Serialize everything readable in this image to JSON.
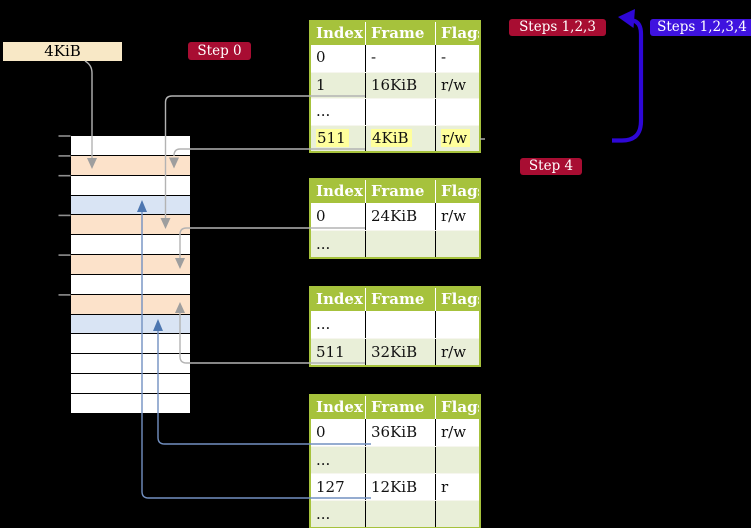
{
  "diagram": {
    "frame_size_label": "4KiB",
    "step_labels": {
      "step0": "Step 0",
      "steps123": "Steps 1,2,3",
      "steps1234": "Steps 1,2,3,4",
      "step4": "Step 4"
    },
    "memory": {
      "description_colors": [
        "white",
        "peach",
        "white",
        "blue",
        "peach",
        "white",
        "peach",
        "white",
        "peach",
        "blue",
        "white",
        "white",
        "white",
        "white"
      ]
    },
    "tables": [
      {
        "id": "level4",
        "columns": [
          "Index",
          "Frame",
          "Flags"
        ],
        "rows": [
          {
            "cells": [
              "0",
              "-",
              "-"
            ],
            "shade": "white",
            "highlight": false
          },
          {
            "cells": [
              "1",
              "16KiB",
              "r/w"
            ],
            "shade": "green",
            "highlight": false
          },
          {
            "cells": [
              "...",
              "",
              ""
            ],
            "shade": "white",
            "highlight": false
          },
          {
            "cells": [
              "511",
              "4KiB",
              "r/w"
            ],
            "shade": "green",
            "highlight": true
          }
        ]
      },
      {
        "id": "level3",
        "columns": [
          "Index",
          "Frame",
          "Flags"
        ],
        "rows": [
          {
            "cells": [
              "0",
              "24KiB",
              "r/w"
            ],
            "shade": "white",
            "highlight": false
          },
          {
            "cells": [
              "...",
              "",
              ""
            ],
            "shade": "green",
            "highlight": false
          }
        ]
      },
      {
        "id": "level2",
        "columns": [
          "Index",
          "Frame",
          "Flags"
        ],
        "rows": [
          {
            "cells": [
              "...",
              "",
              ""
            ],
            "shade": "white",
            "highlight": false
          },
          {
            "cells": [
              "511",
              "32KiB",
              "r/w"
            ],
            "shade": "green",
            "highlight": false
          }
        ]
      },
      {
        "id": "level1",
        "columns": [
          "Index",
          "Frame",
          "Flags"
        ],
        "rows": [
          {
            "cells": [
              "0",
              "36KiB",
              "r/w"
            ],
            "shade": "white",
            "highlight": false
          },
          {
            "cells": [
              "...",
              "",
              ""
            ],
            "shade": "green",
            "highlight": false
          },
          {
            "cells": [
              "127",
              "12KiB",
              "r"
            ],
            "shade": "white",
            "highlight": false
          },
          {
            "cells": [
              "...",
              "",
              ""
            ],
            "shade": "green",
            "highlight": false
          }
        ]
      }
    ],
    "colors": {
      "badge_crimson": "#a80d32",
      "badge_blueviolet": "#3f13df",
      "loop_arrow_blue": "#2e07d6",
      "connector_gray": "#b3b3b3",
      "connector_blue": "#7290c1",
      "table_header_green": "#a6c23c",
      "table_row_green": "#e9efd8",
      "highlight_yellow": "#ffff9c",
      "memory_frame_peach": "#fce2ca",
      "memory_frame_blue": "#d9e4f4",
      "label_cream": "#f8e8c6"
    }
  }
}
